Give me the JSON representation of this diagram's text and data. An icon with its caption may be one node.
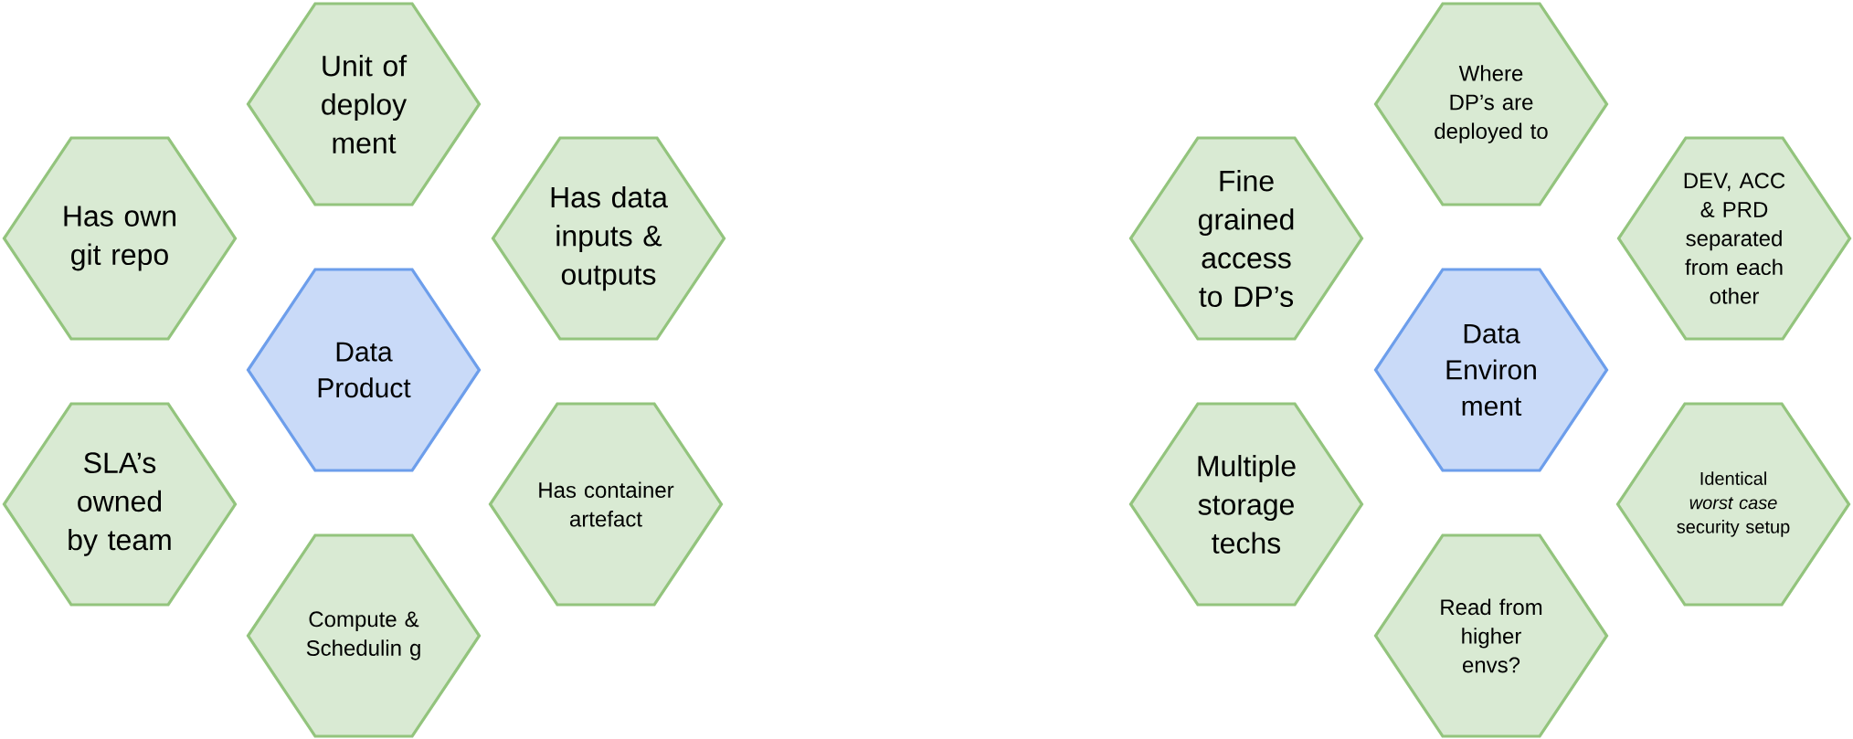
{
  "diagram": {
    "nodes": [
      {
        "text": [
          "Unit of deploy ment"
        ]
      },
      {
        "text": [
          "Has own git repo"
        ]
      },
      {
        "text": [
          "Has data inputs & outputs"
        ]
      },
      {
        "text": [
          "Data Product"
        ]
      },
      {
        "text": [
          "SLA’s owned by team"
        ]
      },
      {
        "text": [
          "Has container artefact"
        ]
      },
      {
        "text": [
          "Compute & Schedulin g"
        ]
      },
      {
        "text": [
          "Where DP’s are deployed to"
        ]
      },
      {
        "text": [
          "Fine grained access to DP’s"
        ]
      },
      {
        "text": [
          "DEV, ACC & PRD separated from each other"
        ]
      },
      {
        "text": [
          "Data Environ ment"
        ]
      },
      {
        "text": [
          "Multiple storage techs"
        ]
      },
      {
        "text": [
          "Identical *worst case* security setup"
        ]
      },
      {
        "text": [
          "Read from higher envs?"
        ]
      }
    ]
  }
}
